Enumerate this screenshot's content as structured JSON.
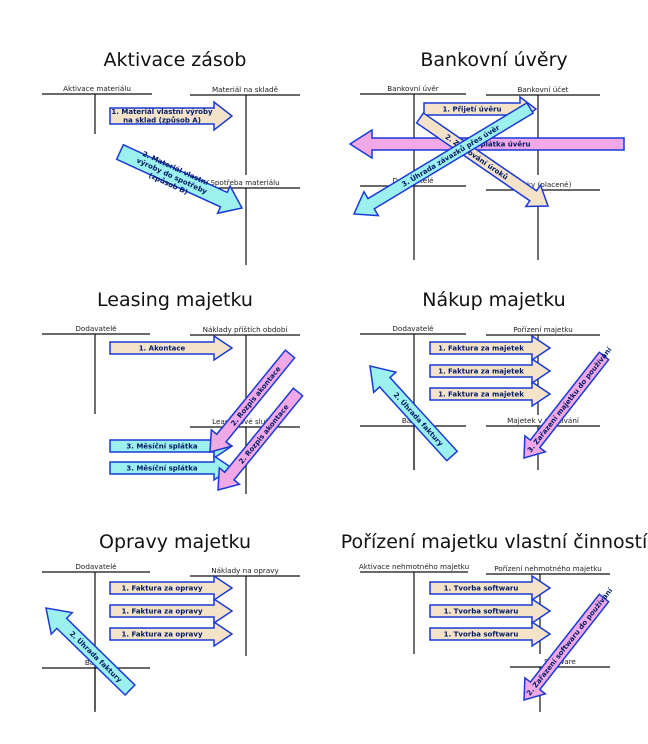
{
  "colors": {
    "tan": "#f4e3c8",
    "cyan": "#9cf0ee",
    "pink": "#f0a8e6",
    "stroke": "#1a3ad6"
  },
  "panels": [
    {
      "title": "Aktivace zásob",
      "accounts": [
        "Aktivace materiálu",
        "Materiál na skladě",
        "Spotřeba materiálu"
      ],
      "arrows": [
        "1. Materiál vlastní výroby na sklad (způsob A)",
        "2. Materiál vlastní výroby do spotřeby (způsob B)"
      ]
    },
    {
      "title": "Bankovní úvěry",
      "accounts": [
        "Bankovní úvěr",
        "Bankovní účet",
        "Dodavatelé",
        "Úroky (placené)"
      ],
      "arrows": [
        "1. Přijetí úvěru",
        "4. Splátka úvěru",
        "2. Zúčtování úroků",
        "3. Úhrada závazků přes úvěr"
      ]
    },
    {
      "title": "Leasing majetku",
      "accounts": [
        "Dodavatelé",
        "Náklady příštích období",
        "Leasingové služby"
      ],
      "arrows": [
        "1. Akontace",
        "3. Měsíční splátka",
        "3. Měsíční splátka",
        "2. Rozpis akontace",
        "2. Rozpis akontace"
      ]
    },
    {
      "title": "Nákup majetku",
      "accounts": [
        "Dodavatelé",
        "Pořízení majetku",
        "Banka",
        "Majetek v používání"
      ],
      "arrows": [
        "1. Faktura za majetek",
        "1. Faktura za majetek",
        "1. Faktura za majetek",
        "2. Úhrada faktury",
        "3. Zařazení majetku do používání"
      ]
    },
    {
      "title": "Opravy majetku",
      "accounts": [
        "Dodavatelé",
        "Náklady na opravy",
        "Banka"
      ],
      "arrows": [
        "1. Faktura za opravy",
        "1. Faktura za opravy",
        "1. Faktura za opravy",
        "2. Úhrada faktury"
      ]
    },
    {
      "title": "Pořízení majetku vlastní činností",
      "accounts": [
        "Aktivace nehmotného majetku",
        "Pořízení nehmotného majetku",
        "Software"
      ],
      "arrows": [
        "1. Tvorba softwaru",
        "1. Tvorba softwaru",
        "1. Tvorba softwaru",
        "2. Zařazení softwaru do používání"
      ]
    }
  ]
}
